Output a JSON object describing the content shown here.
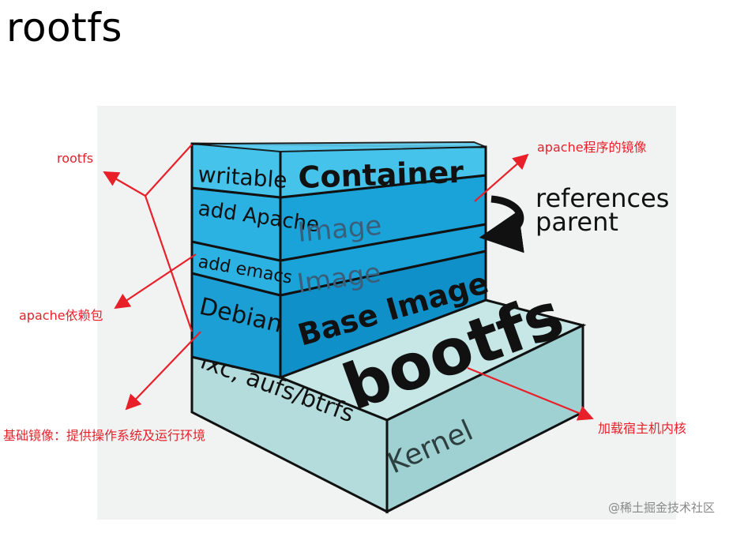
{
  "title": "rootfs",
  "layers": {
    "writable": "writable",
    "container": "Container",
    "add_apache": "add Apache",
    "image_upper": "Image",
    "add_emacs": "add emacs",
    "image_lower": "Image",
    "debian": "Debian",
    "base_image": "Base Image",
    "lxc": "lxc, aufs/btrfs",
    "bootfs": "bootfs",
    "kernel": "Kernel"
  },
  "references_parent": [
    "references",
    "parent"
  ],
  "annotations": {
    "rootfs": "rootfs",
    "apache_image": "apache程序的镜像",
    "apache_deps": "apache依赖包",
    "base_image_desc": "基础镜像：提供操作系统及运行环境",
    "kernel_desc": "加载宿主机内核"
  },
  "watermark": "@稀土掘金技术社区",
  "colors": {
    "container_blue": "#45c3ea",
    "image_blue": "#1aa3d9",
    "base_blue": "#1090c8",
    "kernel_teal": "#a9d8d8",
    "annotation_red": "#e8202a"
  }
}
